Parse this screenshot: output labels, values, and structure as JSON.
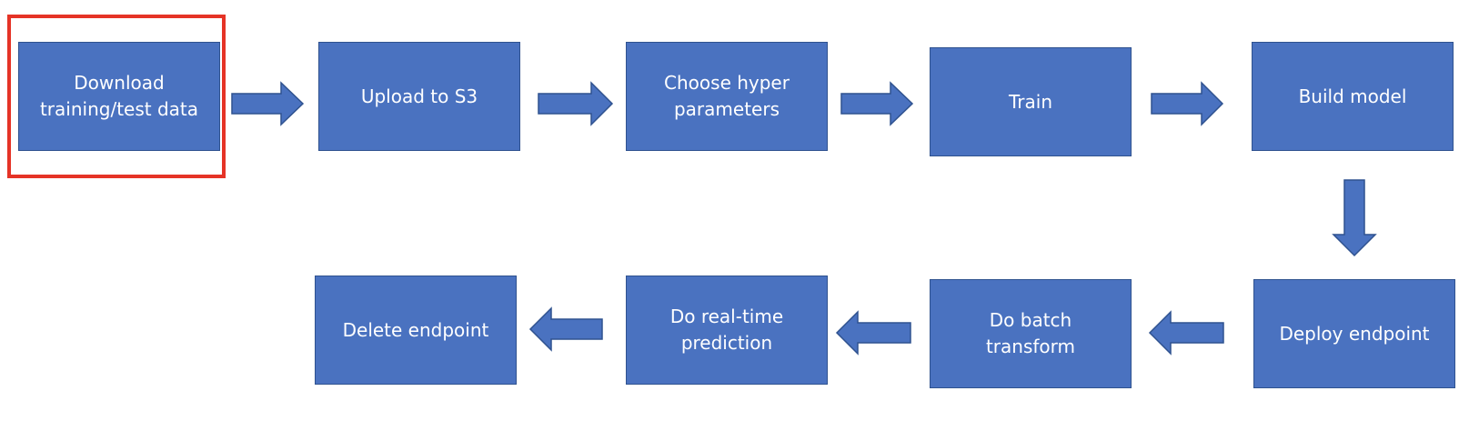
{
  "diagram": {
    "colors": {
      "box_fill": "#4a72c0",
      "box_border": "#2f528f",
      "box_text": "#ffffff",
      "highlight": "#e53326"
    },
    "steps": [
      {
        "id": "download",
        "label": "Download\ntraining/test data",
        "highlighted": true
      },
      {
        "id": "upload",
        "label": "Upload to S3",
        "highlighted": false
      },
      {
        "id": "hyper",
        "label": "Choose hyper\nparameters",
        "highlighted": false
      },
      {
        "id": "train",
        "label": "Train",
        "highlighted": false
      },
      {
        "id": "build",
        "label": "Build model",
        "highlighted": false
      },
      {
        "id": "deploy",
        "label": "Deploy endpoint",
        "highlighted": false
      },
      {
        "id": "batch",
        "label": "Do batch\ntransform",
        "highlighted": false
      },
      {
        "id": "realtime",
        "label": "Do real-time\nprediction",
        "highlighted": false
      },
      {
        "id": "delete",
        "label": "Delete endpoint",
        "highlighted": false
      }
    ],
    "connections": [
      {
        "from": "download",
        "to": "upload",
        "direction": "right"
      },
      {
        "from": "upload",
        "to": "hyper",
        "direction": "right"
      },
      {
        "from": "hyper",
        "to": "train",
        "direction": "right"
      },
      {
        "from": "train",
        "to": "build",
        "direction": "right"
      },
      {
        "from": "build",
        "to": "deploy",
        "direction": "down"
      },
      {
        "from": "deploy",
        "to": "batch",
        "direction": "left"
      },
      {
        "from": "batch",
        "to": "realtime",
        "direction": "left"
      },
      {
        "from": "realtime",
        "to": "delete",
        "direction": "left"
      }
    ]
  }
}
